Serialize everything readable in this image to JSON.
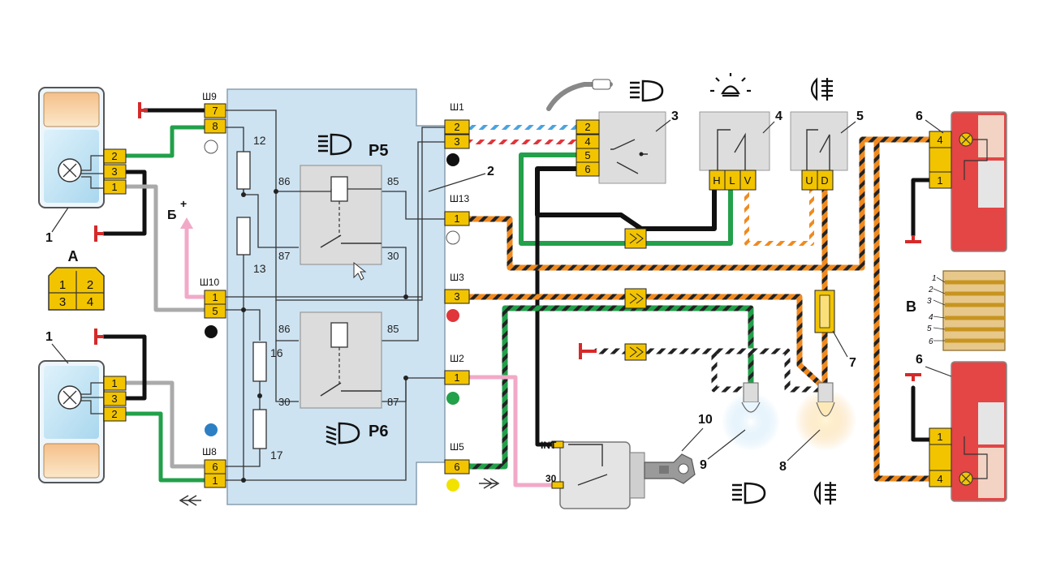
{
  "relays": {
    "p5": "Р5",
    "p6": "Р6"
  },
  "relay_pins": {
    "p86": "86",
    "p85": "85",
    "p87": "87",
    "p30": "30"
  },
  "block_numbers": [
    "12",
    "13",
    "16",
    "17"
  ],
  "connectors": {
    "sh9": "Ш9",
    "sh10": "Ш10",
    "sh8": "Ш8",
    "sh1": "Ш1",
    "sh13": "Ш13",
    "sh3": "Ш3",
    "sh2": "Ш2",
    "sh5": "Ш5"
  },
  "callouts": [
    "1",
    "1",
    "2",
    "3",
    "4",
    "5",
    "6",
    "6",
    "7",
    "8",
    "9",
    "10"
  ],
  "letters": {
    "a": "А",
    "b": "Б",
    "plus": "+",
    "v": "В"
  },
  "switch_pins": {
    "h": "H",
    "l": "L",
    "v": "V",
    "u": "U",
    "d": "D"
  },
  "ignition": {
    "int": "INT",
    "thirty": "30"
  },
  "pin_digits": [
    "1",
    "2",
    "3",
    "4",
    "5",
    "6",
    "7",
    "8"
  ],
  "legend_a": [
    "1",
    "2",
    "3",
    "4"
  ],
  "legend_v": [
    "1",
    "2",
    "3",
    "4",
    "5",
    "6"
  ],
  "colors": {
    "block": "#cde3f2",
    "connector": "#f2c400",
    "green": "#22a04a",
    "orange": "#f08a1e",
    "pink": "#f2a9c8",
    "gray": "#aaaaaa",
    "blue": "#4aa3df",
    "red": "#e0353a"
  }
}
